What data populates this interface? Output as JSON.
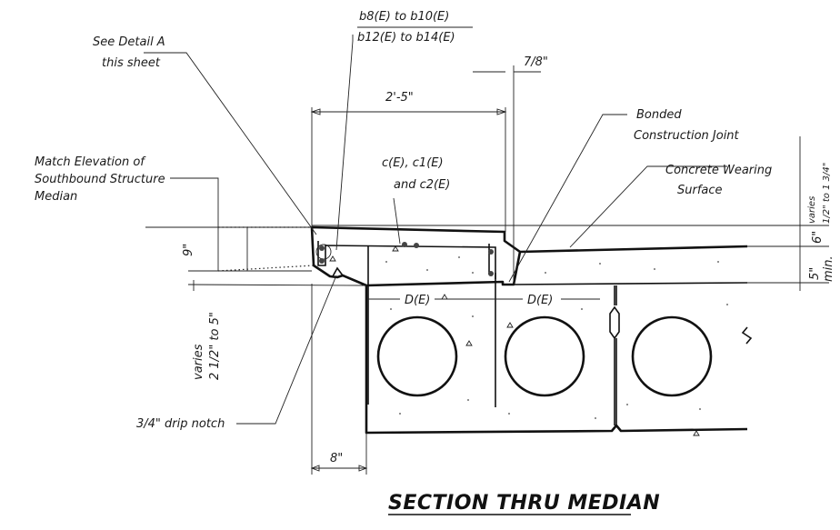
{
  "drawing": {
    "title": "SECTION THRU MEDIAN",
    "callouts": {
      "see_detail_line1": "See Detail A",
      "see_detail_line2": "this sheet",
      "match_line1": "Match Elevation of",
      "match_line2": "Southbound Structure",
      "match_line3": "Median",
      "rebar_b_line1": "b8(E) to b10(E)",
      "rebar_b_line2": "b12(E) to b14(E)",
      "rebar_c_line1": "c(E), c1(E)",
      "rebar_c_line2": "and c2(E)",
      "bonded_line1": "Bonded",
      "bonded_line2": "Construction Joint",
      "concrete_line1": "Concrete Wearing",
      "concrete_line2": "Surface",
      "drip_notch": "3/4\" drip notch",
      "d_left": "D(E)",
      "d_right": "D(E)"
    },
    "dimensions": {
      "width_top": "2'-5\"",
      "seven_eighths": "7/8\"",
      "nine_in": "9\"",
      "varies_left_line1": "varies",
      "varies_left_line2": "2 1/2\" to 5\"",
      "varies_right_line1": "varies",
      "varies_right_line2": "1/2\" to 1 3/4\"",
      "six_in": "6\"",
      "five_min_line1": "5\"",
      "five_min_line2": "min.",
      "eight_in": "8\""
    }
  }
}
